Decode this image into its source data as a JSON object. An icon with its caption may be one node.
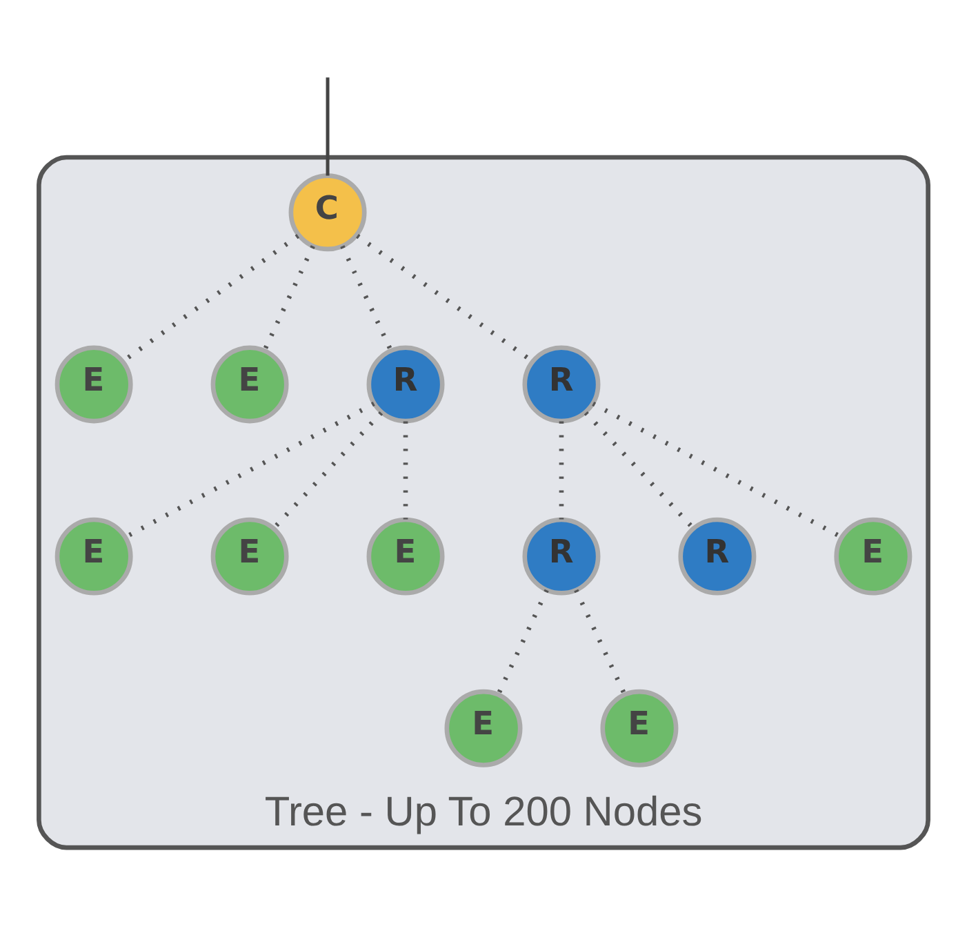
{
  "diagram": {
    "nodes": [
      {
        "text": [
          "Tree - Up To 200 Nodes"
        ]
      },
      {
        "text": [
          "C"
        ],
        "in": 0
      },
      {
        "text": [
          "E"
        ],
        "in": 0
      },
      {
        "text": [
          "E"
        ],
        "in": 0
      },
      {
        "text": [
          "R"
        ],
        "in": 0
      },
      {
        "text": [
          "R"
        ],
        "in": 0
      },
      {
        "text": [
          "E"
        ],
        "in": 0
      },
      {
        "text": [
          "E"
        ],
        "in": 0
      },
      {
        "text": [
          "E"
        ],
        "in": 0
      },
      {
        "text": [
          "R"
        ],
        "in": 0
      },
      {
        "text": [
          "E"
        ],
        "in": 0
      },
      {
        "text": [
          "R"
        ],
        "in": 0
      },
      {
        "text": [
          "E"
        ],
        "in": 0
      },
      {
        "text": [
          "E"
        ],
        "in": 0
      }
    ],
    "edges": [
      {
        "from": null,
        "to": 1,
        "arrow": "none"
      },
      {
        "from": 1,
        "to": 2,
        "arrow": "none",
        "style": "dashed"
      },
      {
        "from": 1,
        "to": 3,
        "arrow": "none",
        "style": "dashed"
      },
      {
        "from": 1,
        "to": 5,
        "arrow": "none",
        "style": "dashed"
      },
      {
        "from": 1,
        "to": 4,
        "arrow": "none",
        "style": "dashed"
      },
      {
        "from": 4,
        "to": 7,
        "arrow": "none",
        "style": "dashed"
      },
      {
        "from": 4,
        "to": 8,
        "arrow": "none",
        "style": "dashed"
      },
      {
        "from": 4,
        "to": 6,
        "arrow": "none",
        "style": "dashed"
      },
      {
        "from": 5,
        "to": 9,
        "arrow": "none",
        "style": "dashed"
      },
      {
        "from": 5,
        "to": 11,
        "arrow": "none",
        "style": "dashed"
      },
      {
        "from": 5,
        "to": 13,
        "arrow": "none",
        "style": "dashed"
      },
      {
        "from": 9,
        "to": 10,
        "arrow": "none",
        "style": "dashed"
      },
      {
        "from": 9,
        "to": 12,
        "arrow": "none",
        "style": "dashed"
      }
    ]
  }
}
